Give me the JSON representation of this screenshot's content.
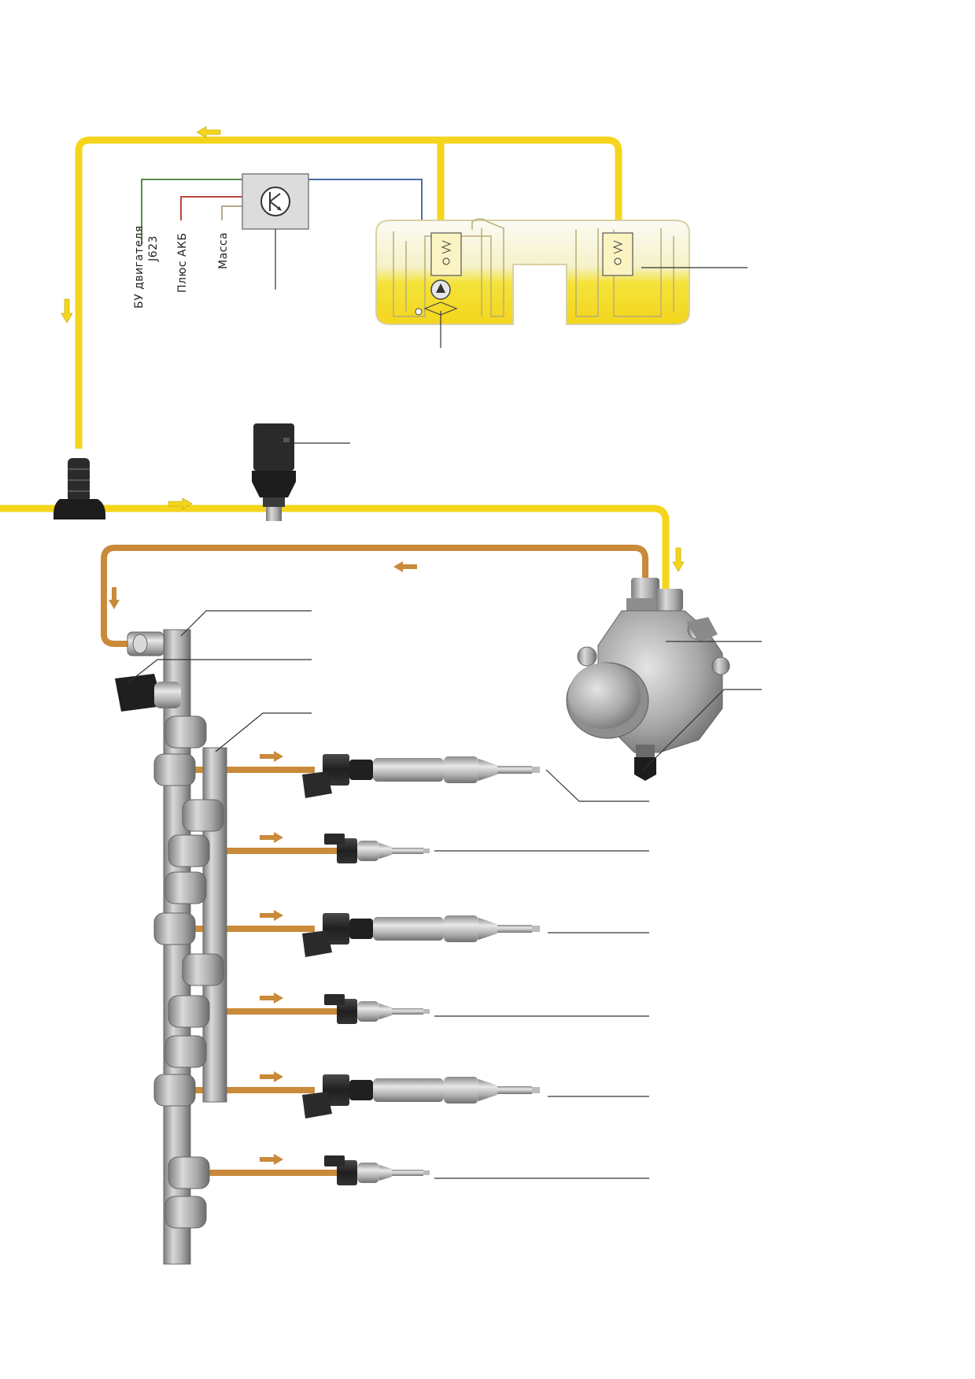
{
  "labels": {
    "ecu_line1": "БУ двигателя",
    "ecu_line2": "J623",
    "battery_plus": "Плюс АКБ",
    "ground": "Масса"
  },
  "colors": {
    "low_pressure_fuel": "#f4d51c",
    "high_pressure_fuel": "#c98a3a",
    "wire_ecu": "#5a8a4a",
    "wire_battery": "#b8473e",
    "wire_ground": "#b8a98a",
    "wire_signal": "#4a6fa8",
    "rail": "#9a9a9a"
  },
  "icons": {
    "module_symbol": "transistor-circle-icon",
    "flow_arrow": "flow-arrow-icon"
  },
  "injector_count": 6
}
